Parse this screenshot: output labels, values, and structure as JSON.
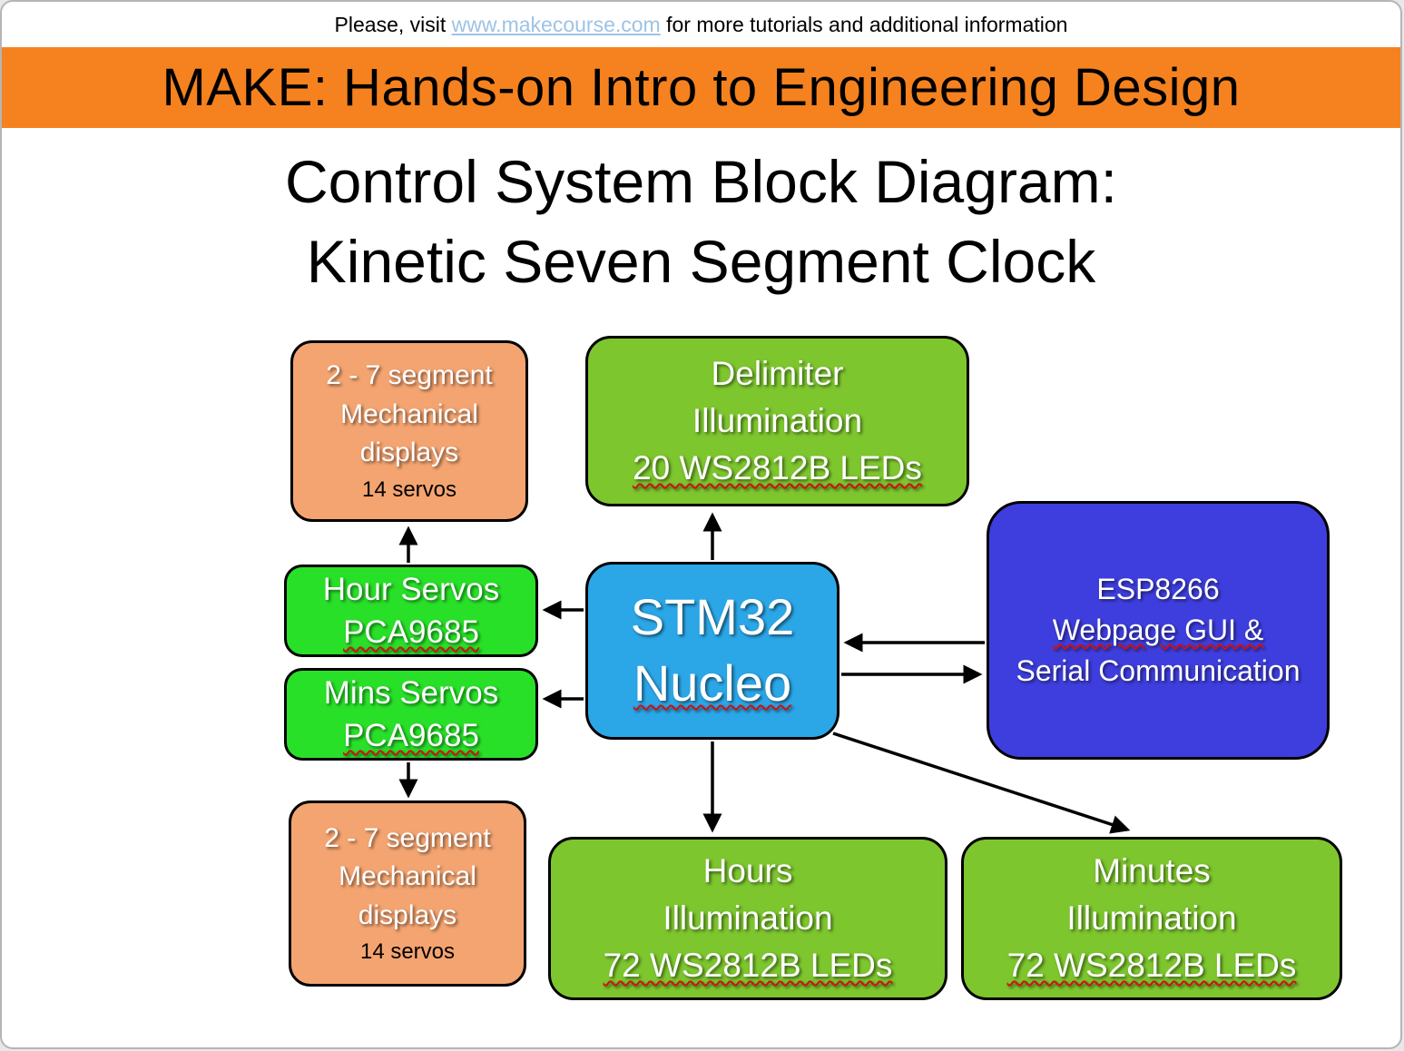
{
  "notice": {
    "prefix": "Please, visit ",
    "link": "www.makecourse.com",
    "suffix": " for more tutorials and additional information"
  },
  "banner": {
    "title": "MAKE: Hands-on Intro to Engineering Design"
  },
  "title": {
    "line1": "Control System Block Diagram:",
    "line2": "Kinetic Seven Segment Clock"
  },
  "diagram": {
    "hour_display": {
      "line1": "2 - 7 segment",
      "line2": "Mechanical",
      "line3": "displays",
      "note": "14 servos"
    },
    "delimiter": {
      "line1": "Delimiter",
      "line2": "Illumination",
      "line3": "20 WS2812B LEDs"
    },
    "esp8266": {
      "line1": "ESP8266",
      "line2": "Webpage GUI &",
      "line3": "Serial Communication"
    },
    "stm32": {
      "line1": "STM32",
      "line2": "Nucleo"
    },
    "hour_servos": {
      "line1": "Hour Servos",
      "line2": "PCA9685"
    },
    "mins_servos": {
      "line1": "Mins Servos",
      "line2": "PCA9685"
    },
    "mins_display": {
      "line1": "2 - 7 segment",
      "line2": "Mechanical",
      "line3": "displays",
      "note": "14 servos"
    },
    "hours_illumination": {
      "line1": "Hours",
      "line2": "Illumination",
      "line3": "72 WS2812B LEDs"
    },
    "minutes_illumination": {
      "line1": "Minutes",
      "line2": "Illumination",
      "line3": "72 WS2812B LEDs"
    }
  },
  "colors": {
    "banner_orange": "#f5821f",
    "box_salmon": "#f4a470",
    "box_green": "#7dc62e",
    "box_bright_green": "#29e029",
    "box_blue": "#3e3ede",
    "box_cyan_blue": "#2ba7e8",
    "link_blue": "#9dc3e6",
    "arrow_black": "#000000"
  }
}
